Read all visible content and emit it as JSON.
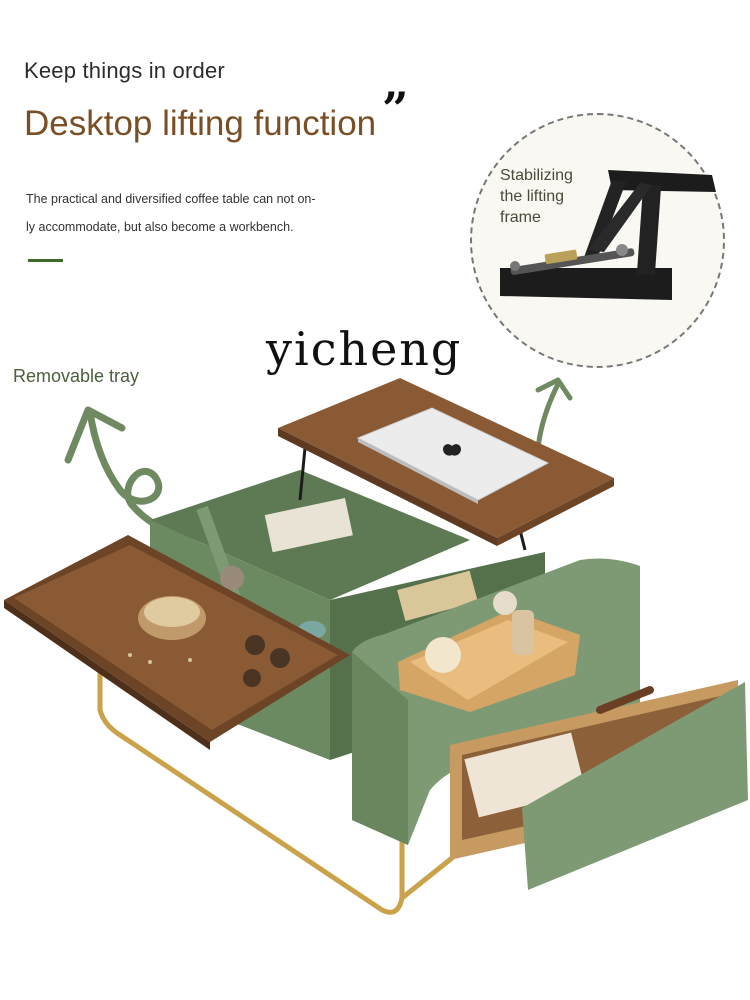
{
  "header": {
    "kicker": "Keep things in order",
    "headline": "Desktop lifting function",
    "quote_mark": "”",
    "description_line_1": "The practical and diversified coffee table can not on-",
    "description_line_2": "ly accommodate, but also become a workbench."
  },
  "watermark": "yicheng",
  "callouts": {
    "tray_label": "Removable tray",
    "frame_label_lines": [
      "Stabilizing",
      "the lifting",
      "frame"
    ]
  },
  "colors": {
    "headline_brown": "#7a4f26",
    "accent_green": "#3f6b2a",
    "table_green": "#7e9a74",
    "walnut": "#8a5a35",
    "gold_leg": "#c9a24a",
    "arrow_green": "#6f8a60"
  },
  "icons": [
    "curly-arrow-icon",
    "curved-arrow-icon",
    "apple-logo-icon"
  ]
}
